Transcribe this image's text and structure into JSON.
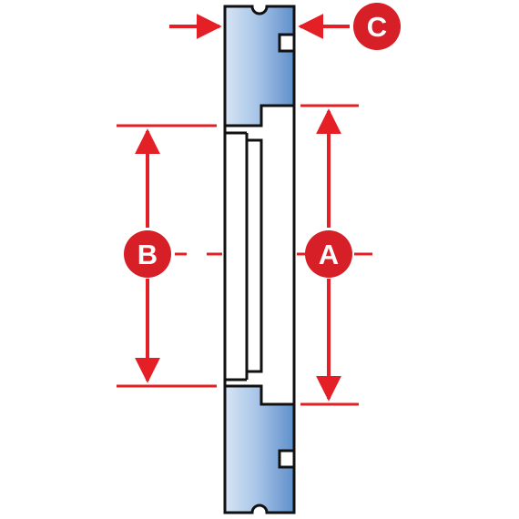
{
  "labels": {
    "a": "A",
    "b": "B",
    "c": "C"
  },
  "colors": {
    "dimension_red": "#e41f26",
    "badge_red": "#d61f26",
    "outline": "#111111",
    "body_blue_light": "#c9dcf1",
    "body_blue_dark": "#5f8fcb",
    "recess_white": "#ffffff"
  }
}
